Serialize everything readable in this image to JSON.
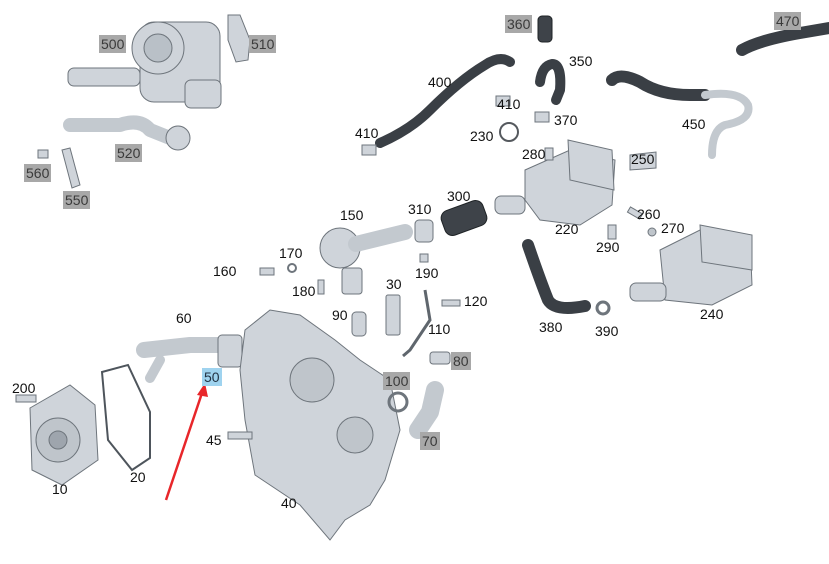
{
  "diagram": {
    "callouts": [
      {
        "id": "c500",
        "text": "500",
        "style": "boxed"
      },
      {
        "id": "c510",
        "text": "510",
        "style": "boxed"
      },
      {
        "id": "c520",
        "text": "520",
        "style": "boxed"
      },
      {
        "id": "c560",
        "text": "560",
        "style": "boxed"
      },
      {
        "id": "c550",
        "text": "550",
        "style": "boxed"
      },
      {
        "id": "c360",
        "text": "360",
        "style": "boxed"
      },
      {
        "id": "c470",
        "text": "470",
        "style": "boxed"
      },
      {
        "id": "c80",
        "text": "80",
        "style": "boxed"
      },
      {
        "id": "c100",
        "text": "100",
        "style": "boxed"
      },
      {
        "id": "c70",
        "text": "70",
        "style": "boxed"
      },
      {
        "id": "c50",
        "text": "50",
        "style": "highlighted"
      },
      {
        "id": "c400",
        "text": "400",
        "style": "plain"
      },
      {
        "id": "c350",
        "text": "350",
        "style": "plain"
      },
      {
        "id": "c410a",
        "text": "410",
        "style": "plain"
      },
      {
        "id": "c410b",
        "text": "410",
        "style": "plain"
      },
      {
        "id": "c230",
        "text": "230",
        "style": "plain"
      },
      {
        "id": "c370",
        "text": "370",
        "style": "plain"
      },
      {
        "id": "c450",
        "text": "450",
        "style": "plain"
      },
      {
        "id": "c280",
        "text": "280",
        "style": "plain"
      },
      {
        "id": "c250",
        "text": "250",
        "style": "plain"
      },
      {
        "id": "c300",
        "text": "300",
        "style": "plain"
      },
      {
        "id": "c310",
        "text": "310",
        "style": "plain"
      },
      {
        "id": "c150",
        "text": "150",
        "style": "plain"
      },
      {
        "id": "c220",
        "text": "220",
        "style": "plain"
      },
      {
        "id": "c260",
        "text": "260",
        "style": "plain"
      },
      {
        "id": "c270",
        "text": "270",
        "style": "plain"
      },
      {
        "id": "c290",
        "text": "290",
        "style": "plain"
      },
      {
        "id": "c170",
        "text": "170",
        "style": "plain"
      },
      {
        "id": "c160",
        "text": "160",
        "style": "plain"
      },
      {
        "id": "c190",
        "text": "190",
        "style": "plain"
      },
      {
        "id": "c180",
        "text": "180",
        "style": "plain"
      },
      {
        "id": "c30",
        "text": "30",
        "style": "plain"
      },
      {
        "id": "c120",
        "text": "120",
        "style": "plain"
      },
      {
        "id": "c90",
        "text": "90",
        "style": "plain"
      },
      {
        "id": "c110",
        "text": "110",
        "style": "plain"
      },
      {
        "id": "c380",
        "text": "380",
        "style": "plain"
      },
      {
        "id": "c390",
        "text": "390",
        "style": "plain"
      },
      {
        "id": "c240",
        "text": "240",
        "style": "plain"
      },
      {
        "id": "c60",
        "text": "60",
        "style": "plain"
      },
      {
        "id": "c200",
        "text": "200",
        "style": "plain"
      },
      {
        "id": "c20",
        "text": "20",
        "style": "plain"
      },
      {
        "id": "c10",
        "text": "10",
        "style": "plain"
      },
      {
        "id": "c45",
        "text": "45",
        "style": "plain"
      },
      {
        "id": "c40",
        "text": "40",
        "style": "plain"
      }
    ],
    "colors": {
      "label_box_gray": "#a8a8a8",
      "label_box_highlight": "#9fd3ef",
      "pointer_arrow": "#e8262a",
      "metal_part": "#cfd4da",
      "rubber_hose": "#3a3f45"
    }
  }
}
